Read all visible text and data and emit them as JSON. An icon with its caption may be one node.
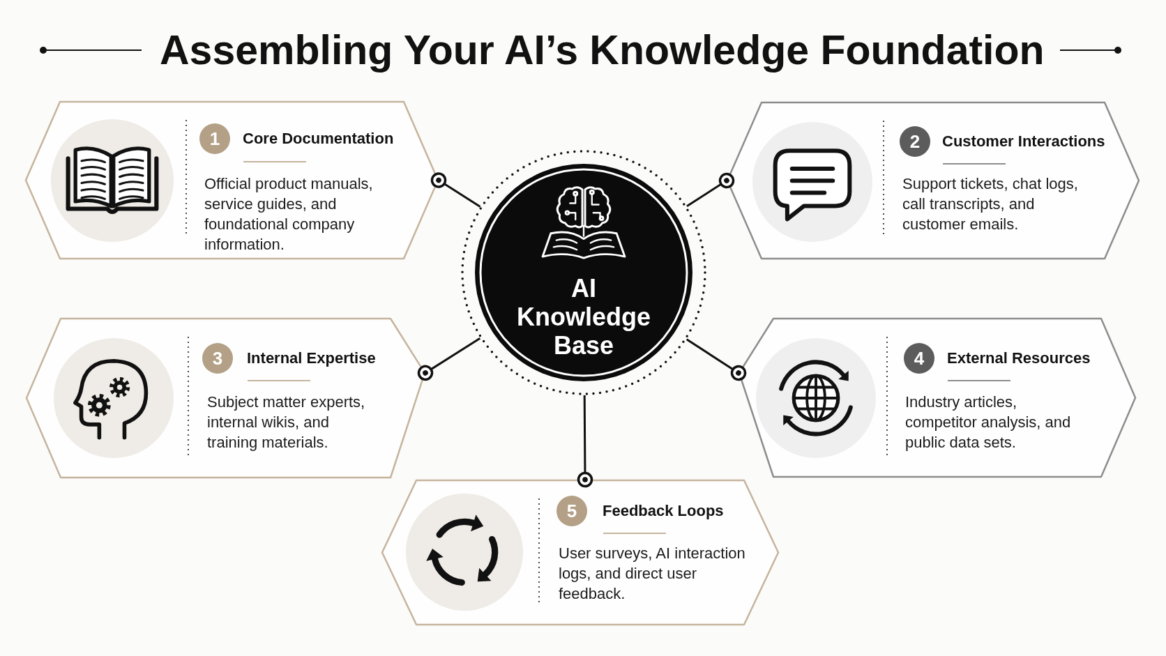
{
  "diagram": {
    "title": "Assembling Your AI’s Knowledge Foundation",
    "nodes": [
      {
        "text": [
          "1",
          "Core Documentation",
          "Official product manuals, service guides, and foundational company information."
        ]
      },
      {
        "text": [
          "AI Knowledge Base"
        ]
      },
      {
        "text": [
          "2",
          "Customer Interactions",
          "Support tickets, chat logs, call transcripts, and customer emails."
        ]
      },
      {
        "text": [
          "3",
          "Internal Expertise",
          "Subject matter experts, internal wikis, and training materials."
        ]
      },
      {
        "text": [
          "4",
          "External Resources",
          "Industry articles, competitor analysis, and public data sets."
        ]
      },
      {
        "text": [
          "5",
          "Feedback Loops",
          "User surveys, AI interaction logs, and direct user feedback."
        ]
      }
    ],
    "edges": [
      {
        "from": 1,
        "to": 0,
        "arrow": "other"
      },
      {
        "from": 1,
        "to": 2,
        "arrow": "other"
      },
      {
        "from": 1,
        "to": 3,
        "arrow": "other"
      },
      {
        "from": 1,
        "to": 4,
        "arrow": "other"
      },
      {
        "from": 1,
        "to": 5,
        "arrow": "other"
      }
    ]
  }
}
